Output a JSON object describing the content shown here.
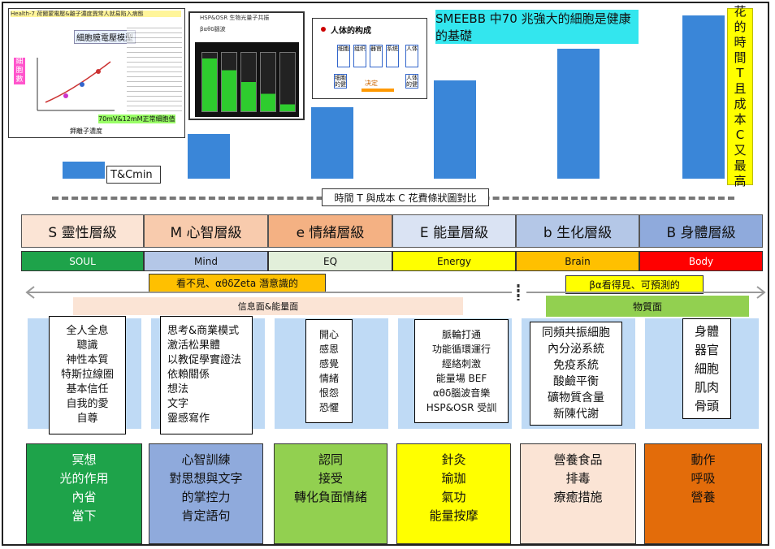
{
  "top_title": "SMEEBB 中70 兆強大的細胞是健康的基礎",
  "bar_label": "T&Cmin",
  "right_vertical": "花的時間T且成本C又最高",
  "compare_title": "時間 T 與成本 C 花費條狀圖對比",
  "thumb1": {
    "title": "Health-7 荷爾蒙電壓&離子濃度異常人就易陷入病態",
    "subtitle": "細胞膜電壓模型",
    "vertical": "細胞數",
    "note": "70mV&12mM正常細胞值",
    "xlabel": "鉀離子濃度"
  },
  "thumb2": {
    "title": "HSP&OSR 生物光量子共振",
    "subtitle": "βαθδ腦波"
  },
  "thumb3": {
    "title": "人体的构成",
    "boxes": [
      "细胞",
      "组织",
      "器官",
      "系统",
      "人体"
    ],
    "bottom_left": "细胞的健",
    "middle": "决定",
    "bottom_right": "人体的健"
  },
  "layers": [
    {
      "label": "S 靈性層級",
      "color": "#fbe4d5"
    },
    {
      "label": "M 心智層級",
      "color": "#f8cbad"
    },
    {
      "label": "e 情緒層級",
      "color": "#f4b183"
    },
    {
      "label": "E 能量層級",
      "color": "#dae3f3"
    },
    {
      "label": "b 生化層級",
      "color": "#b4c7e7"
    },
    {
      "label": "B 身體層級",
      "color": "#8faadc"
    }
  ],
  "colors": [
    {
      "label": "SOUL",
      "bg": "#1ea34a",
      "fg": "#ffffff"
    },
    {
      "label": "Mind",
      "bg": "#b4c7e7",
      "fg": "#222222"
    },
    {
      "label": "EQ",
      "bg": "#e2efda",
      "fg": "#222222"
    },
    {
      "label": "Energy",
      "bg": "#ffff00",
      "fg": "#222222"
    },
    {
      "label": "Brain",
      "bg": "#ffc000",
      "fg": "#222222"
    },
    {
      "label": "Body",
      "bg": "#ff0000",
      "fg": "#ffffff"
    }
  ],
  "invisible_label": "看不見、αθδZeta 潛意識的",
  "visible_label": "βα看得見、可預測的",
  "info_label": "信息面&能量面",
  "matter_label": "物質面",
  "lists": [
    [
      "全人全息",
      "聰識",
      "神性本質",
      "特斯拉線圈",
      "基本信任",
      "自我的愛",
      "自尊"
    ],
    [
      "思考&商業模式",
      "激活松果體",
      "以教促學實證法",
      "依賴關係",
      "想法",
      "文字",
      "靈感寫作"
    ],
    [
      "開心",
      "感恩",
      "感覺",
      "情緒",
      "恨怨",
      "恐懼"
    ],
    [
      "脈輪打通",
      "功能循環運行",
      "經絡刺激",
      "能量場 BEF",
      "αθδ腦波音樂",
      "HSP&OSR 受訓"
    ],
    [
      "同頻共振細胞",
      "內分泌系統",
      "免疫系統",
      "酸鹼平衡",
      "礦物質含量",
      "新陳代謝"
    ],
    [
      "身體",
      "器官",
      "細胞",
      "肌肉",
      "骨頭"
    ]
  ],
  "categories": [
    {
      "lines": [
        "冥想",
        "光的作用",
        "內省",
        "當下"
      ],
      "bg": "#1ea34a",
      "fg": "#ffffff"
    },
    {
      "lines": [
        "心智訓練",
        "對思想與文字",
        "的掌控力",
        "肯定語句"
      ],
      "bg": "#8faadc",
      "fg": "#111111"
    },
    {
      "lines": [
        "認同",
        "接受",
        "轉化負面情緒"
      ],
      "bg": "#92d050",
      "fg": "#111111"
    },
    {
      "lines": [
        "針灸",
        "瑜珈",
        "氣功",
        "能量按摩"
      ],
      "bg": "#ffff00",
      "fg": "#111111"
    },
    {
      "lines": [
        "營養食品",
        "排毒",
        "療癒措施"
      ],
      "bg": "#fbe4d5",
      "fg": "#111111"
    },
    {
      "lines": [
        "動作",
        "呼吸",
        "營養"
      ],
      "bg": "#e36c0a",
      "fg": "#111111"
    }
  ],
  "bars": [
    {
      "name": "S",
      "value": 1
    },
    {
      "name": "M",
      "value": 2.7
    },
    {
      "name": "e",
      "value": 4.3
    },
    {
      "name": "E",
      "value": 5.9
    },
    {
      "name": "b",
      "value": 7.8
    },
    {
      "name": "B",
      "value": 9.8
    }
  ]
}
